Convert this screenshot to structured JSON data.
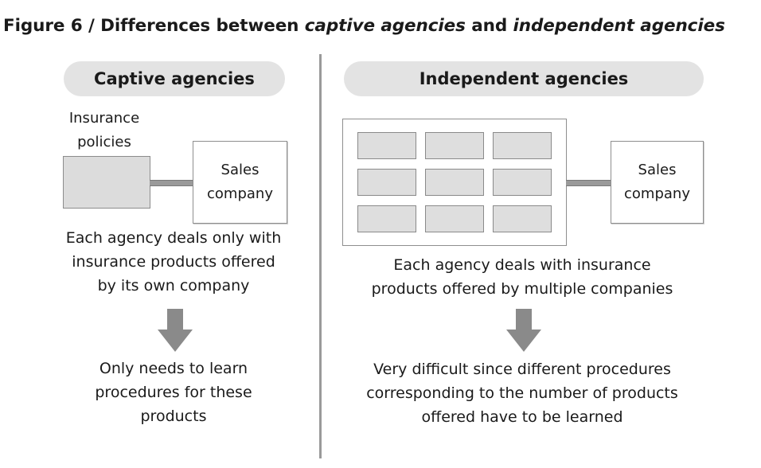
{
  "title": {
    "prefix": "Figure 6 / Differences between ",
    "term1": "captive agencies",
    "middle": " and ",
    "term2": "independent agencies"
  },
  "captive": {
    "heading": "Captive agencies",
    "policies_label_1": "Insurance",
    "policies_label_2": "policies",
    "sales_box_1": "Sales",
    "sales_box_2": "company",
    "desc": [
      "Each agency deals only with",
      "insurance products offered",
      "by its own company"
    ],
    "result": [
      "Only needs to learn",
      "procedures for these",
      "products"
    ]
  },
  "independent": {
    "heading": "Independent agencies",
    "sales_box_1": "Sales",
    "sales_box_2": "company",
    "desc": [
      "Each agency deals with insurance",
      "products offered by multiple companies"
    ],
    "result": [
      "Very difficult since different procedures",
      "corresponding to the number of products",
      "offered have to be learned"
    ]
  },
  "colors": {
    "pill": "#e3e3e3",
    "arrow": "#8a8a8a",
    "block": "#dcdcdc",
    "line": "#9a9a9a"
  }
}
